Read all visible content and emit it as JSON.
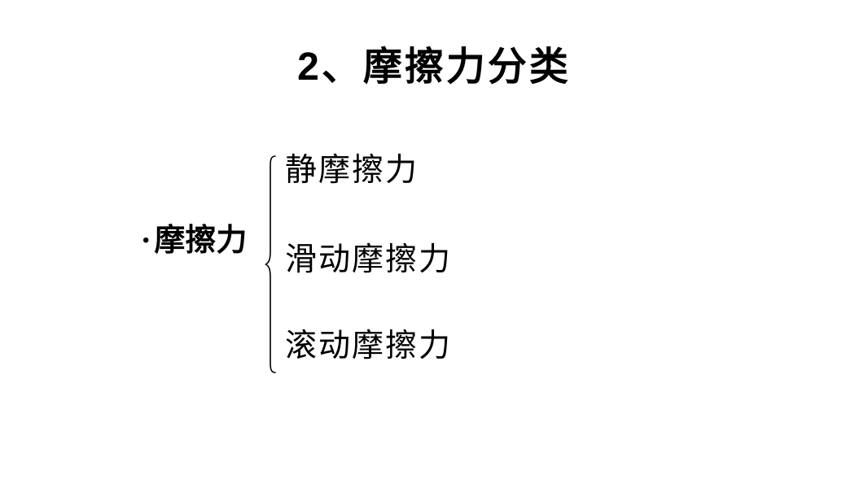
{
  "slide": {
    "colors": {
      "background": "#ffffff",
      "text": "#000000"
    },
    "title": "2、摩擦力分类",
    "bullet_item": {
      "marker": "•",
      "label": "摩擦力"
    },
    "brace_icon": "left-curly-brace",
    "branches": [
      {
        "label": "静摩擦力"
      },
      {
        "label": "滑动摩擦力"
      },
      {
        "label": "滚动摩擦力"
      }
    ]
  }
}
